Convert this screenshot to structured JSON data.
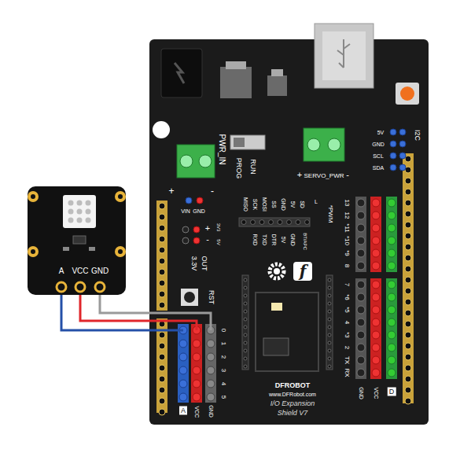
{
  "diagram": {
    "nodes": [
      {
        "text": [
          "A",
          "VCC",
          "GND"
        ]
      },
      {
        "text": [
          "PWR_IN",
          "+",
          "-",
          "PROG",
          "RUN",
          "SERVO_PWR",
          "+",
          "-",
          "5V",
          "GND",
          "SCL",
          "SDA",
          "I2C",
          "VIN",
          "GND",
          "+",
          "-",
          "3V3",
          "5V",
          "3.3V",
          "OUT",
          "RST",
          "MISO",
          "SCK",
          "MOSI",
          "SS",
          "GND",
          "5V",
          "SD",
          "RXD",
          "TXD",
          "DTR",
          "5V",
          "GND",
          "BT/APC",
          "L",
          "*PWM",
          "f",
          "13",
          "12",
          "*11",
          "*10",
          "*9",
          "8",
          "7",
          "*6",
          "*5",
          "4",
          "*3",
          "2",
          "TX",
          "RX",
          "GND",
          "VCC",
          "D",
          "0",
          "1",
          "2",
          "3",
          "4",
          "5",
          "A",
          "VCC",
          "GND",
          "DFROBOT",
          "www.DFRobot.com",
          "I/O Expansion",
          "Shield V7"
        ]
      }
    ],
    "edges": [
      {
        "from": 0,
        "to": 1,
        "arrow": "none"
      },
      {
        "from": 0,
        "to": 1,
        "arrow": "none"
      },
      {
        "from": 0,
        "to": 1,
        "arrow": "none"
      }
    ]
  }
}
